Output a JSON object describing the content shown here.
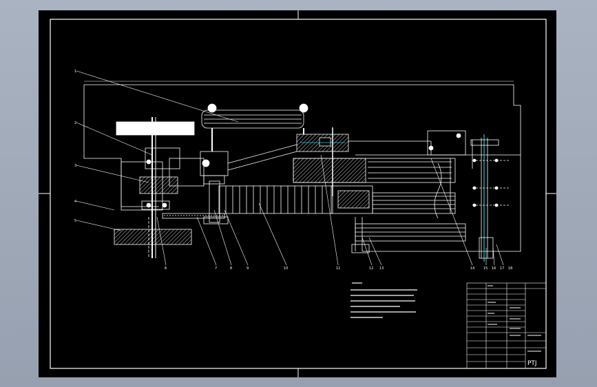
{
  "drawing": {
    "balloons": [
      "1",
      "2",
      "3",
      "4",
      "5",
      "6",
      "7",
      "8",
      "9",
      "10",
      "11",
      "12",
      "13",
      "14",
      "15",
      "16",
      "17",
      "18"
    ],
    "title_block": {
      "drawing_number": "PTJ"
    }
  },
  "colors": {
    "background": "#000000",
    "line": "#ffffff",
    "center_line": "#29c6d6",
    "viewport_frame": "#9aa3b2"
  }
}
